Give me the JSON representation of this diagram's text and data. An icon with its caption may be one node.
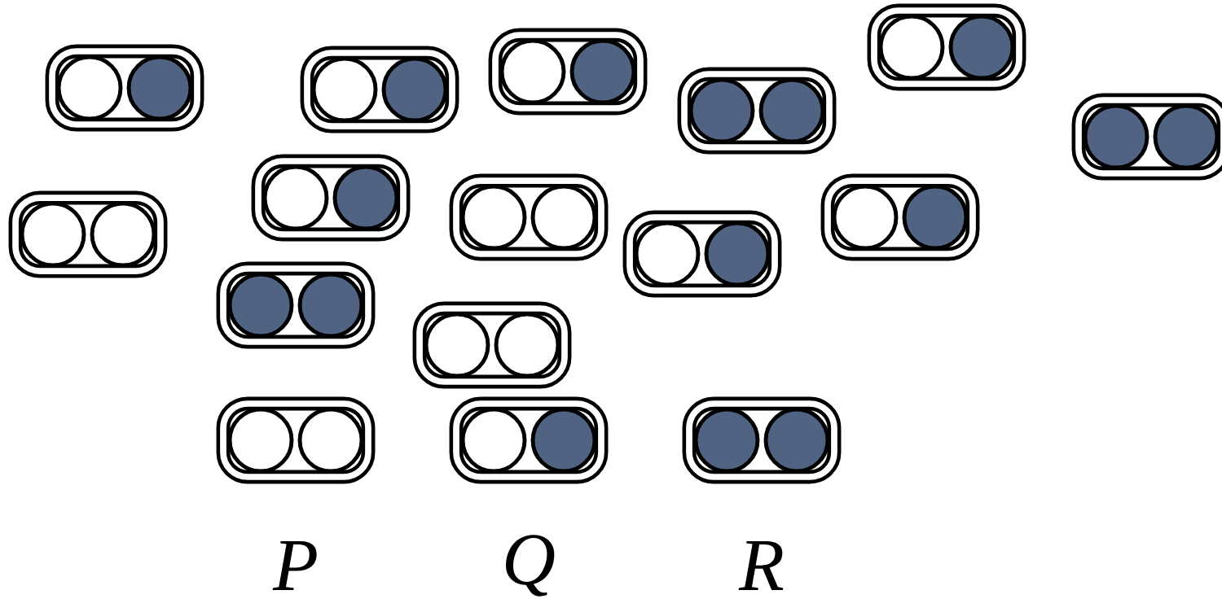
{
  "diagram": {
    "nodes": [
      {
        "text": [],
        "shape": "capsule"
      },
      {
        "text": [],
        "shape": "circle",
        "in": 0
      },
      {
        "text": [],
        "shape": "dot",
        "in": 0
      },
      {
        "text": [],
        "shape": "capsule"
      },
      {
        "text": [],
        "shape": "circle",
        "in": 3
      },
      {
        "text": [],
        "shape": "dot",
        "in": 3
      },
      {
        "text": [],
        "shape": "capsule"
      },
      {
        "text": [],
        "shape": "circle",
        "in": 6
      },
      {
        "text": [],
        "shape": "dot",
        "in": 6
      },
      {
        "text": [],
        "shape": "capsule"
      },
      {
        "text": [],
        "shape": "dot",
        "in": 9
      },
      {
        "text": [],
        "shape": "dot",
        "in": 9
      },
      {
        "text": [],
        "shape": "capsule"
      },
      {
        "text": [],
        "shape": "circle",
        "in": 12
      },
      {
        "text": [],
        "shape": "dot",
        "in": 12
      },
      {
        "text": [],
        "shape": "capsule"
      },
      {
        "text": [],
        "shape": "dot",
        "in": 15
      },
      {
        "text": [],
        "shape": "dot",
        "in": 15
      },
      {
        "text": [],
        "shape": "capsule"
      },
      {
        "text": [],
        "shape": "circle",
        "in": 18
      },
      {
        "text": [],
        "shape": "circle",
        "in": 18
      },
      {
        "text": [],
        "shape": "capsule"
      },
      {
        "text": [],
        "shape": "circle",
        "in": 21
      },
      {
        "text": [],
        "shape": "dot",
        "in": 21
      },
      {
        "text": [],
        "shape": "capsule"
      },
      {
        "text": [],
        "shape": "circle",
        "in": 24
      },
      {
        "text": [],
        "shape": "circle",
        "in": 24
      },
      {
        "text": [],
        "shape": "capsule"
      },
      {
        "text": [],
        "shape": "circle",
        "in": 27
      },
      {
        "text": [],
        "shape": "dot",
        "in": 27
      },
      {
        "text": [],
        "shape": "capsule"
      },
      {
        "text": [],
        "shape": "circle",
        "in": 30
      },
      {
        "text": [],
        "shape": "dot",
        "in": 30
      },
      {
        "text": [],
        "shape": "capsule"
      },
      {
        "text": [],
        "shape": "dot",
        "in": 33
      },
      {
        "text": [],
        "shape": "dot",
        "in": 33
      },
      {
        "text": [],
        "shape": "capsule"
      },
      {
        "text": [],
        "shape": "circle",
        "in": 36
      },
      {
        "text": [],
        "shape": "circle",
        "in": 36
      },
      {
        "text": [],
        "shape": "capsule"
      },
      {
        "text": [],
        "shape": "circle",
        "in": 39
      },
      {
        "text": [],
        "shape": "circle",
        "in": 39
      },
      {
        "text": [],
        "shape": "capsule"
      },
      {
        "text": [],
        "shape": "circle",
        "in": 42
      },
      {
        "text": [],
        "shape": "dot",
        "in": 42
      },
      {
        "text": [],
        "shape": "capsule"
      },
      {
        "text": [],
        "shape": "dot",
        "in": 45
      },
      {
        "text": [],
        "shape": "dot",
        "in": 45
      }
    ],
    "labels": [
      "P",
      "Q",
      "R"
    ]
  }
}
